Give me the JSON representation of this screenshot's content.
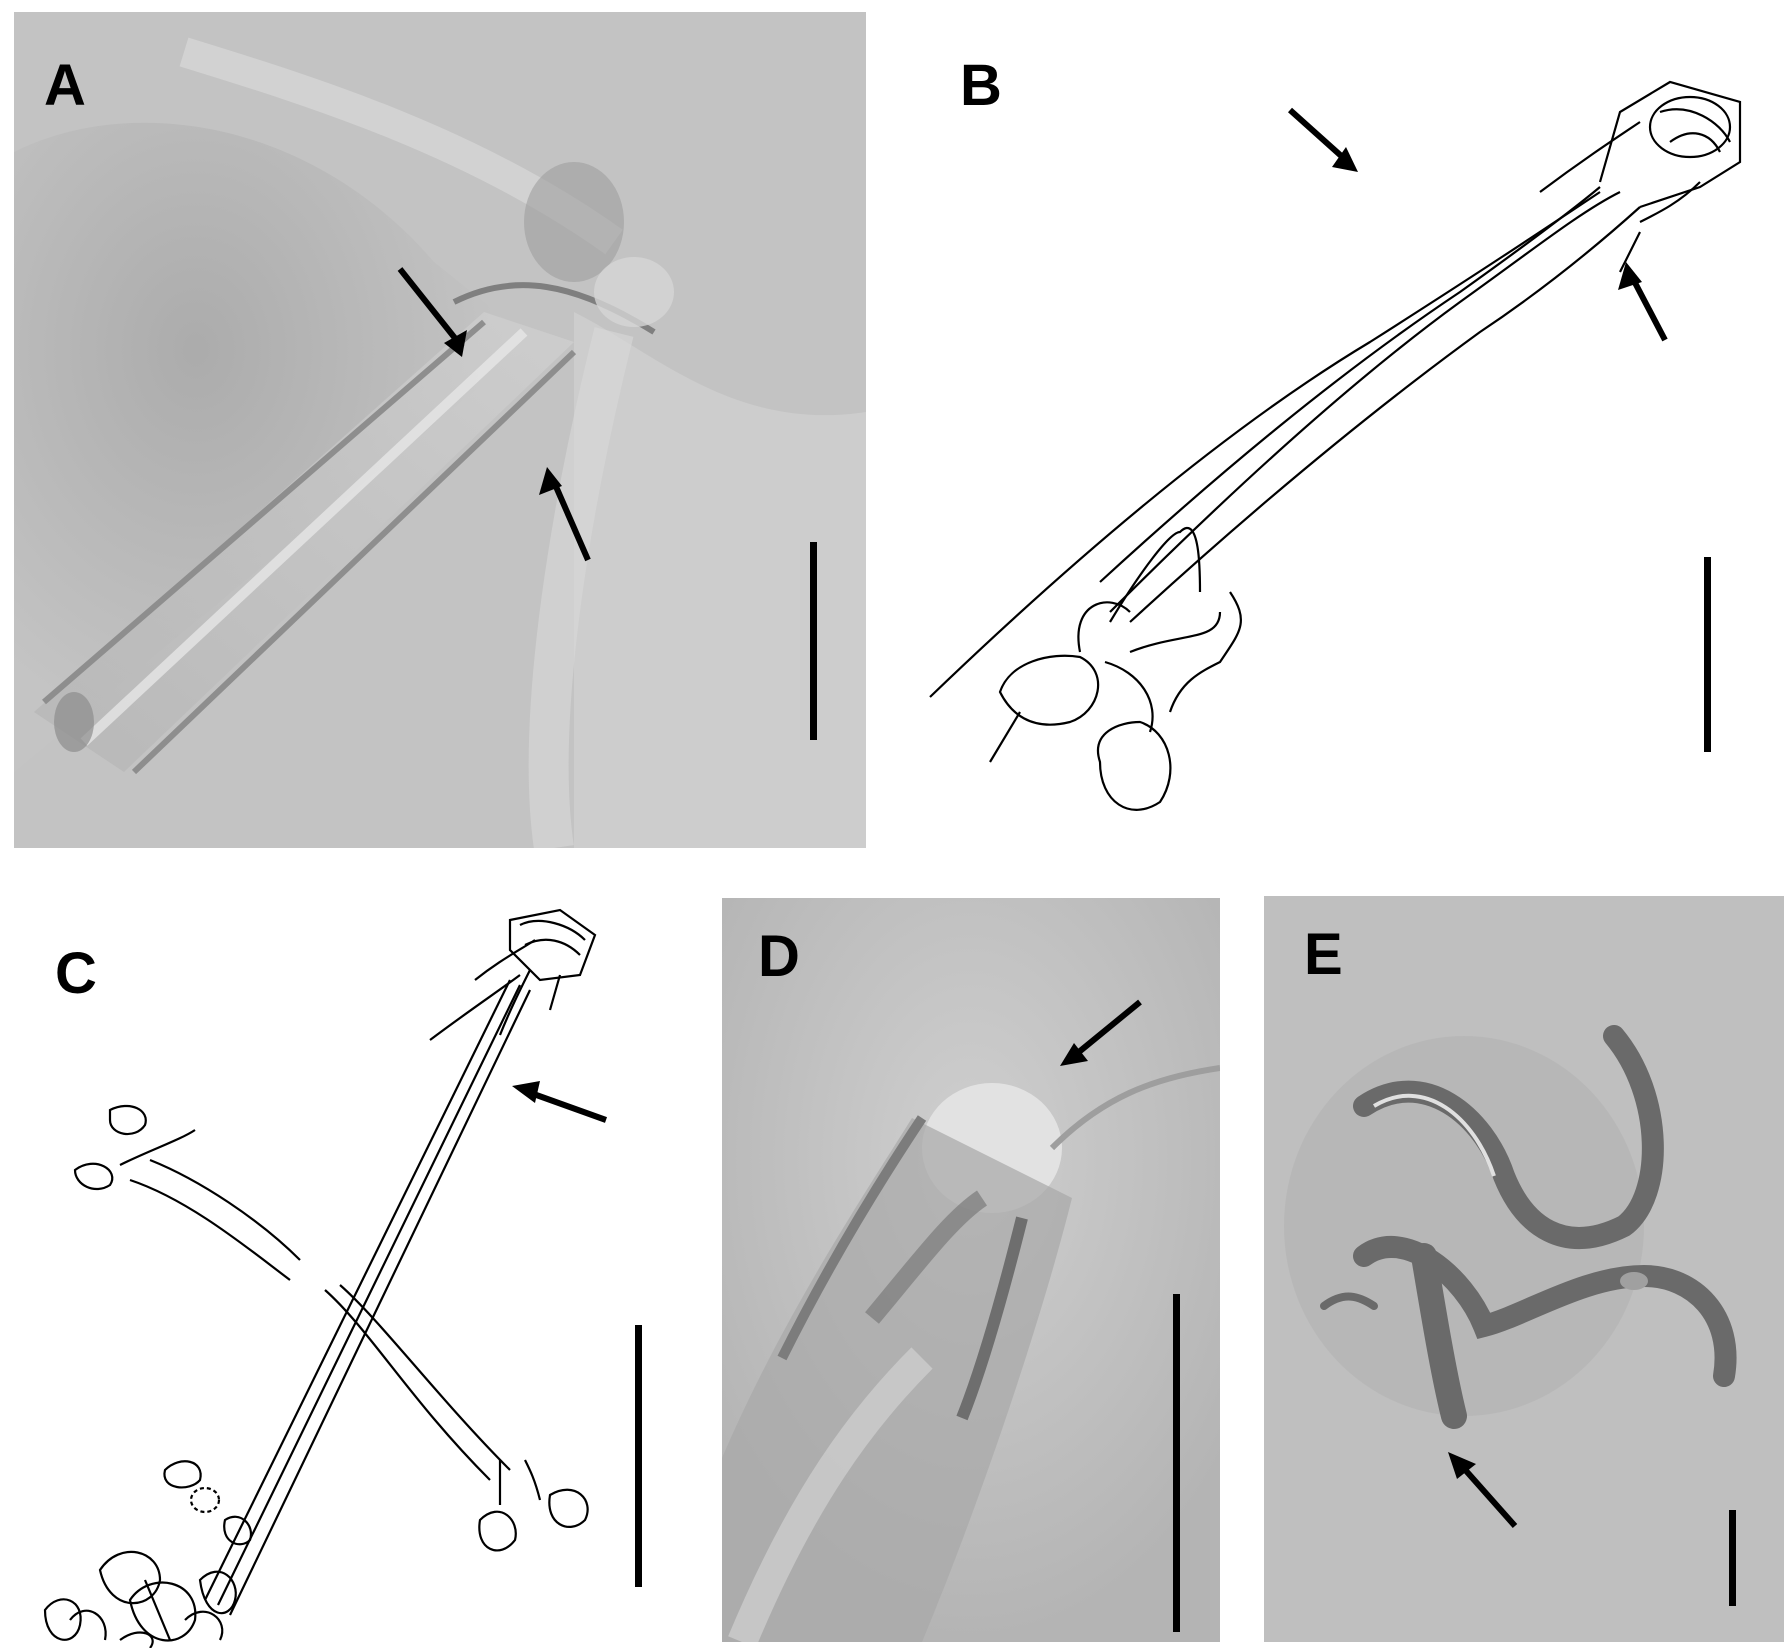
{
  "figure": {
    "panels": [
      {
        "id": "A",
        "label": "A",
        "kind": "micrograph"
      },
      {
        "id": "B",
        "label": "B",
        "kind": "line-drawing"
      },
      {
        "id": "C",
        "label": "C",
        "kind": "line-drawing"
      },
      {
        "id": "D",
        "label": "D",
        "kind": "micrograph"
      },
      {
        "id": "E",
        "label": "E",
        "kind": "micrograph"
      }
    ]
  },
  "colors": {
    "photo_background": "#bdbdbd",
    "arrow": "#000000",
    "scale_bar": "#000000",
    "line_art": "#000000"
  }
}
